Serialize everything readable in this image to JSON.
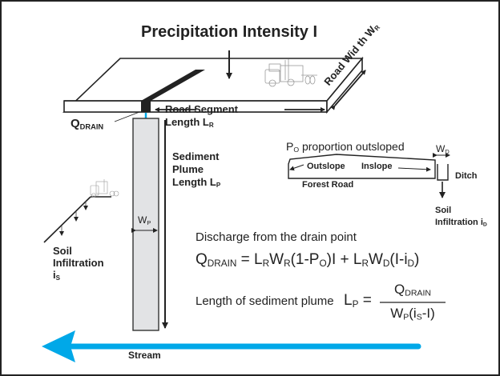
{
  "title": "Precipitation Intensity I",
  "road": {
    "segment_label_line1": "Road Segment",
    "segment_label_line2": "Length L",
    "segment_sub": "R",
    "width_label": "Road Wid th W",
    "width_sub": "R"
  },
  "drain": {
    "label": "Q",
    "sub": "DRAIN"
  },
  "plume": {
    "label_line1": "Sediment",
    "label_line2": "Plume",
    "label_line3": "Length L",
    "label_sub": "P",
    "width_label": "W",
    "width_sub": "P"
  },
  "hillslope": {
    "label_line1": "Soil",
    "label_line2": "Infiltration",
    "label_line3": "i",
    "label_sub": "S"
  },
  "cross_section": {
    "po_label": "P",
    "po_sub": "O",
    "po_rest": " proportion outsloped",
    "outslope": "Outslope",
    "inslope": "Inslope",
    "forest_road": "Forest Road",
    "ditch_width": "W",
    "ditch_width_sub": "D",
    "ditch": "Ditch",
    "soil_line1": "Soil",
    "soil_line2": "Infiltration i",
    "soil_sub": "D"
  },
  "equations": {
    "discharge_caption": "Discharge from the drain point",
    "discharge_formula": "Q<sub>DRAIN</sub> = L<sub>R</sub>W<sub>R</sub>(1-P<sub>O</sub>)I + L<sub>R</sub>W<sub>D</sub>(I-i<sub>D</sub>)",
    "plume_caption": "Length of sediment plume",
    "plume_lhs": "L<sub>P</sub> =",
    "plume_numerator": "Q<sub>DRAIN</sub>",
    "plume_denominator": "W<sub>P</sub>(i<sub>S</sub>-I)"
  },
  "stream": {
    "label": "Stream"
  },
  "colors": {
    "water": "#00a8e8",
    "plume_fill": "#e2e3e5",
    "ink": "#222222",
    "truck": "#9a9a9a"
  }
}
